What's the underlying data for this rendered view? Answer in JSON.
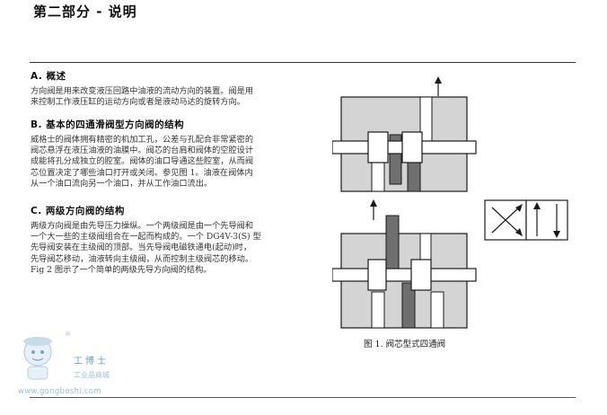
{
  "page": {
    "title": "第二部分 - 说明"
  },
  "sections": [
    {
      "heading": "A. 概述",
      "body": "方向阀是用来改变液压回路中油液的流动方向的装置。阀是用\n来控制工作液压缸的运动方向或者是液动马达的旋转方向。"
    },
    {
      "heading": "B. 基本的四通滑阀型方向阀的结构",
      "body": "威格士的阀体拥有精密的机加工孔，公差与孔配合非常紧密的\n阀芯悬浮在液压油液的油膜中。阀芯的台肩和阀体的空腔设计\n成能将孔分成独立的腔室。阀体的油口导通这些腔室，从而阀\n芯位置决定了哪些油口打开或关闭。参见图 1。油液在阀体内\n从一个油口流向另一个油口，并从工作油口流出。"
    },
    {
      "heading": "C. 两级方向阀的结构",
      "body": "两级方向阀是由先导压力操纵。一个两级阀是由一个先导阀和\n一个大一些的主级阀组合在一起而构成的。一个 DG4V-3(S) 型\n先导阀安装在主级阀的顶部。当先导阀电磁铁通电(起动)时，\n先导阀芯移动，油液转向主级阀，从而控制主级阀芯的移动。\nFig 2 图示了一个简单的两级先导方向阀的结构。"
    }
  ],
  "figure": {
    "caption": "图 1. 阀芯型式四通阀",
    "colors": {
      "body": "#d4d4d4",
      "passage": "#6f6f6f",
      "spool": "#ffffff",
      "outline": "#1a1a1a"
    }
  },
  "watermark": {
    "brand": "工博士",
    "subtitle": "工业品商城",
    "url": "www.gongboshi.com",
    "registered": "®"
  }
}
